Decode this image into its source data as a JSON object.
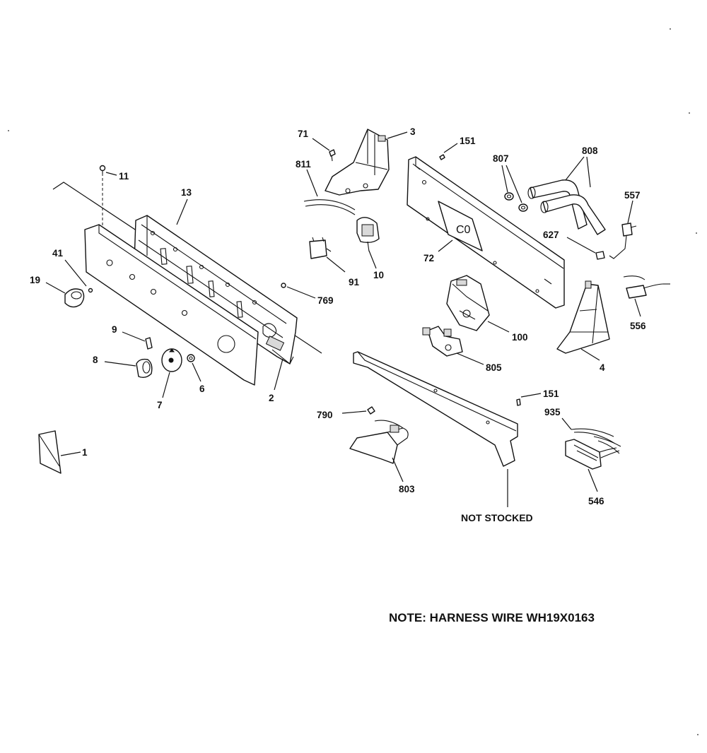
{
  "diagram": {
    "callouts": {
      "p11": "11",
      "p13": "13",
      "p41": "41",
      "p19": "19",
      "p9": "9",
      "p8": "8",
      "p7": "7",
      "p6": "6",
      "p2": "2",
      "p1": "1",
      "p769": "769",
      "p71": "71",
      "p3": "3",
      "p811": "811",
      "p91": "91",
      "p10": "10",
      "p151a": "151",
      "p807": "807",
      "p808": "808",
      "p557": "557",
      "p627": "627",
      "p72": "72",
      "p100": "100",
      "p805": "805",
      "p556": "556",
      "p4": "4",
      "p151b": "151",
      "p935": "935",
      "p790": "790",
      "p803": "803",
      "p546": "546"
    },
    "not_stocked_label": "NOT STOCKED",
    "note": "NOTE: HARNESS WIRE WH19X0163"
  },
  "colors": {
    "line": "#111111",
    "background": "#ffffff"
  }
}
